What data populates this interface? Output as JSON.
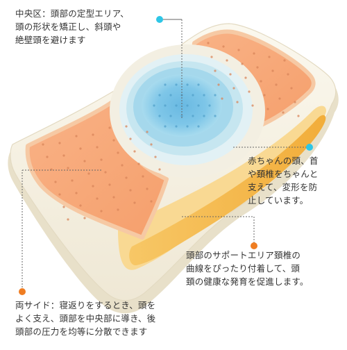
{
  "colors": {
    "cream": "#f6f1e2",
    "cream_edge": "#e9e2cf",
    "orange": "#f7a877",
    "orange_border": "#f3bf96",
    "yellow_orange": "#f4b646",
    "yellow_light": "#f9d58a",
    "center_outer": "#e6f3f7",
    "center_mid": "#bde3ee",
    "center_inner": "#8fcfe6",
    "center_core": "#6bbde3",
    "dot_cyan": "#2ec6e6",
    "dot_orange": "#ef7d22",
    "leader_line": "#555555"
  },
  "callouts": {
    "center": {
      "text": "中央区：頭部の定型エリア、\n頭の形状を矯正し、斜頭や\n絶壁頭を避けます",
      "dot_color": "cyan"
    },
    "right": {
      "text": "赤ちゃんの頭、首\nや頚椎をちゃんと\n支えて、変形を防\n止しています。",
      "dot_color": "cyan"
    },
    "support": {
      "text": "頭部のサポートエリア頚椎の\n曲線をぴったり付着して、頭\n頚の健康な発育を促進します。",
      "dot_color": "orange"
    },
    "sides": {
      "text": "両サイド：寝返りをするとき、頭を\nよく支え、頭部を中央部に導き、後\n頭部の圧力を均等に分散できます",
      "dot_color": "orange"
    }
  }
}
